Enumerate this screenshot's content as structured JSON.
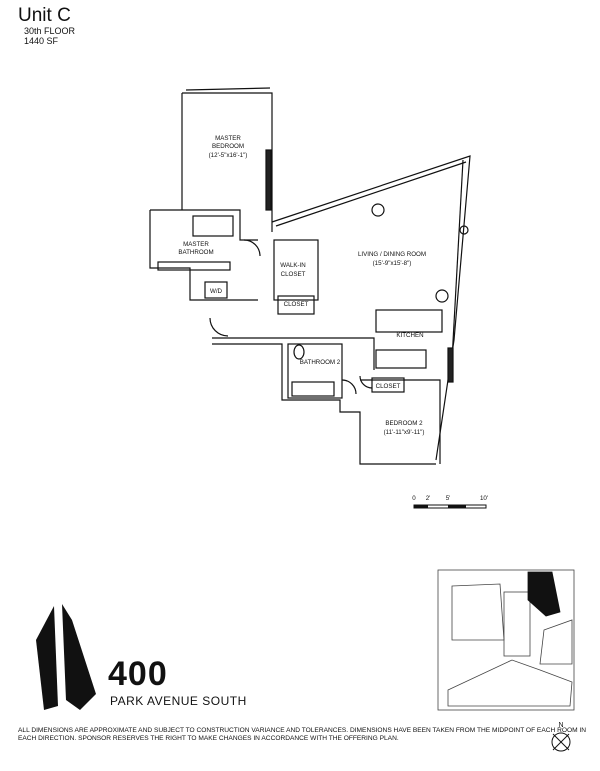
{
  "header": {
    "unit": "Unit C",
    "floor": "30th FLOOR",
    "area": "1440 SF"
  },
  "rooms": {
    "master_bedroom": {
      "name_1": "MASTER",
      "name_2": "BEDROOM",
      "dims": "(12'-5\"x16'-1\")"
    },
    "master_bathroom": {
      "name_1": "MASTER",
      "name_2": "BATHROOM"
    },
    "wd": "W/D",
    "walk_in_closet": {
      "name_1": "WALK-IN",
      "name_2": "CLOSET"
    },
    "closet_1": "CLOSET",
    "living": {
      "name": "LIVING / DINING ROOM",
      "dims": "(15'-9\"x15'-8\")"
    },
    "kitchen": "KITCHEN",
    "bathroom_2": "BATHROOM 2",
    "closet_2": "CLOSET",
    "bedroom_2": {
      "name": "BEDROOM 2",
      "dims": "(11'-11\"x9'-11\")"
    }
  },
  "scale_bar": {
    "t0": "0",
    "t1": "2'",
    "t2": "5'",
    "t3": "10'"
  },
  "brand": {
    "number": "400",
    "name": "PARK AVENUE SOUTH"
  },
  "disclaimer": "ALL DIMENSIONS ARE APPROXIMATE AND SUBJECT TO CONSTRUCTION VARIANCE AND TOLERANCES.  DIMENSIONS HAVE BEEN TAKEN FROM THE MIDPOINT OF EACH ROOM IN EACH DIRECTION.  SPONSOR RESERVES THE RIGHT TO MAKE CHANGES IN ACCORDANCE WITH THE OFFERING PLAN.",
  "north_label": "N",
  "colors": {
    "ink": "#111111",
    "poche": "#222222",
    "paper": "#ffffff"
  }
}
